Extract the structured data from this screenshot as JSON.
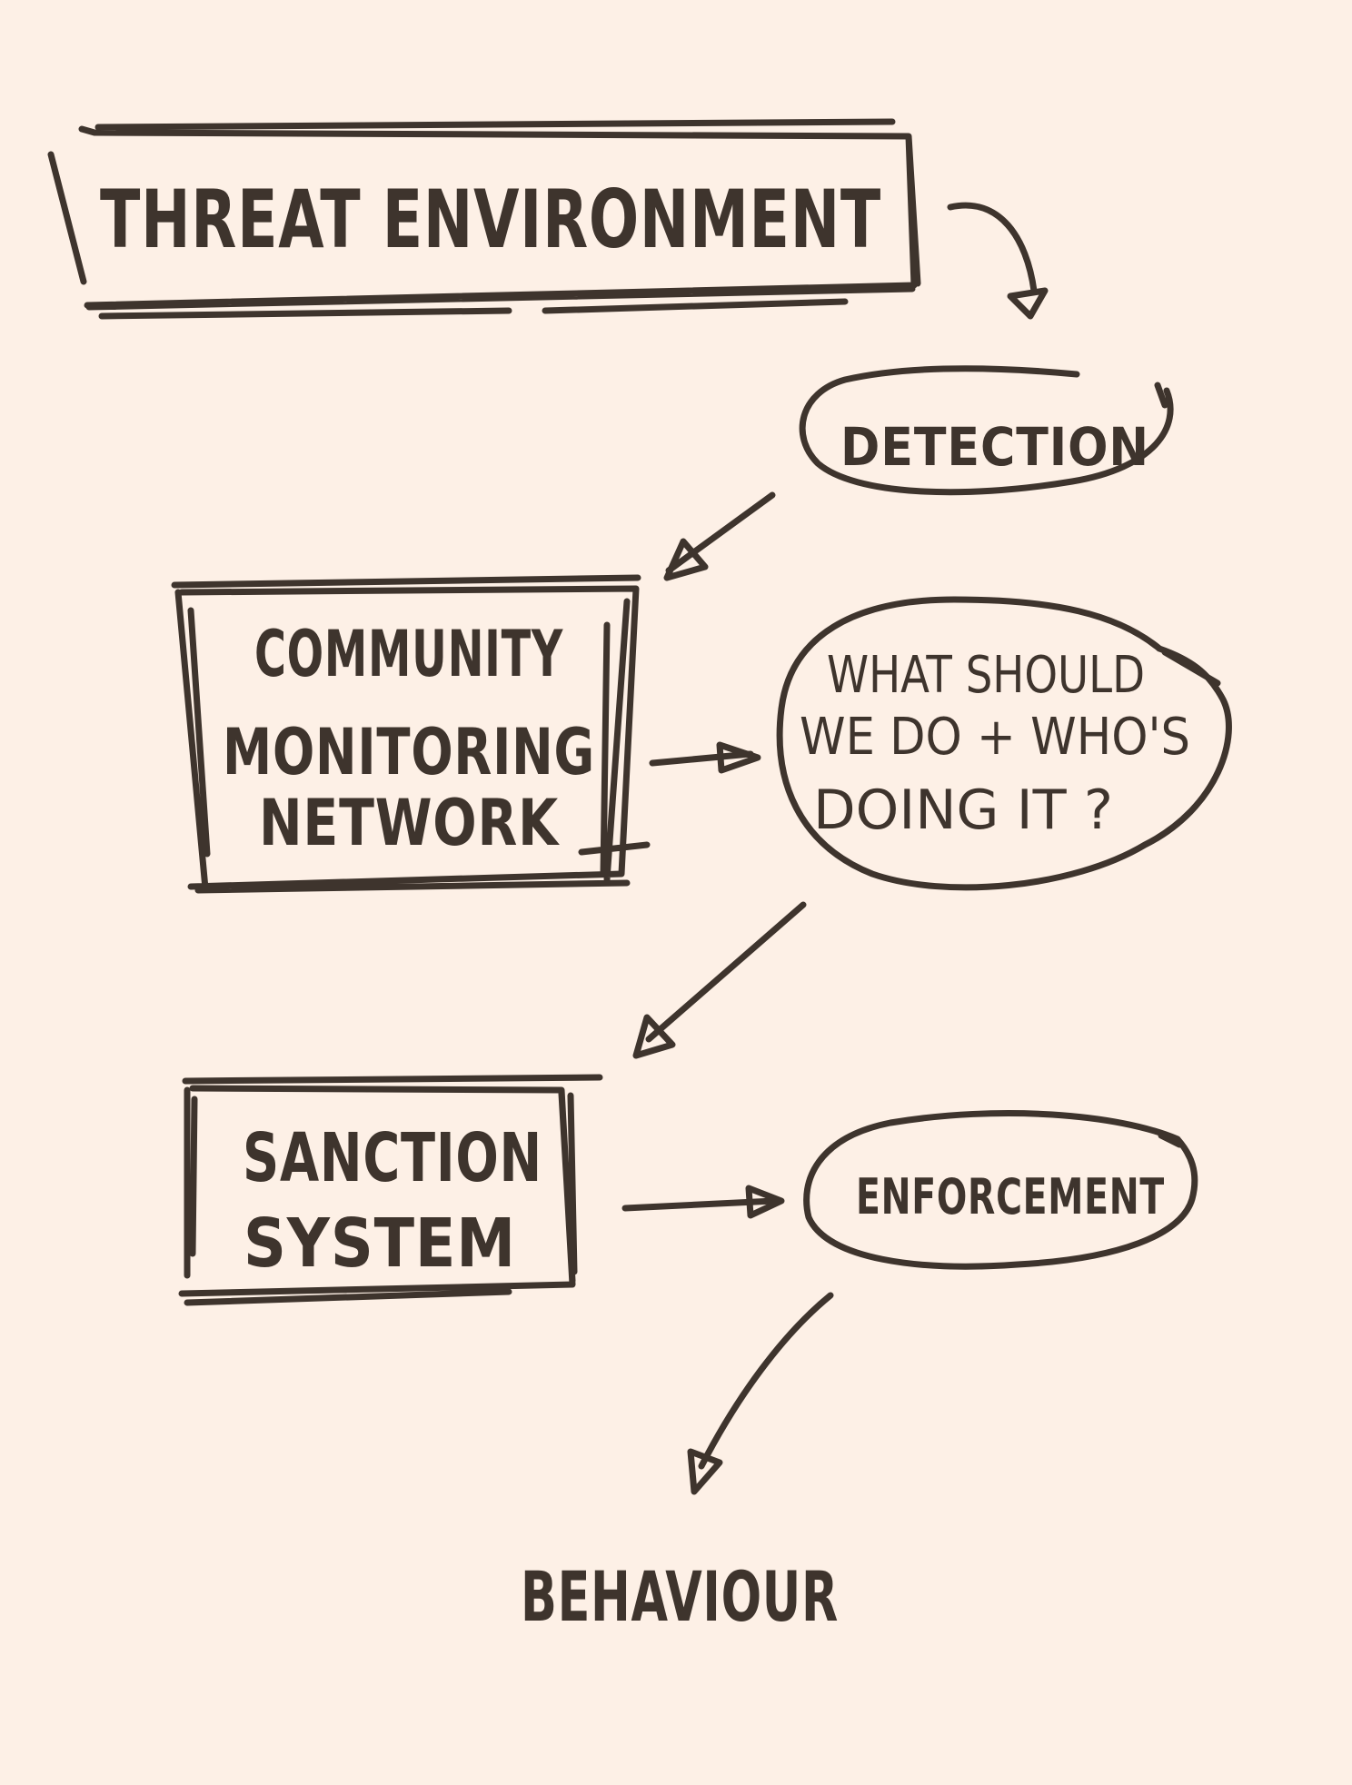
{
  "background_color": "#fdf0e6",
  "ink_color": "#3e342d",
  "nodes": {
    "threat_environment": {
      "shape": "rectangle",
      "lines": [
        "THREAT ENVIRONMENT"
      ]
    },
    "detection": {
      "shape": "oval",
      "lines": [
        "DETECTION"
      ]
    },
    "community_monitoring_network": {
      "shape": "rectangle",
      "lines": [
        "COMMUNITY",
        "MONITORING",
        "NETWORK"
      ]
    },
    "question": {
      "shape": "blob",
      "lines": [
        "WHAT SHOULD",
        "WE DO + WHO'S",
        "DOING IT ?"
      ]
    },
    "sanction_system": {
      "shape": "rectangle",
      "lines": [
        "SANCTION",
        "SYSTEM"
      ]
    },
    "enforcement": {
      "shape": "oval",
      "lines": [
        "ENFORCEMENT"
      ]
    },
    "behaviour": {
      "shape": "none",
      "lines": [
        "BEHAVIOUR"
      ]
    }
  },
  "edges": [
    {
      "from": "threat_environment",
      "to": "detection"
    },
    {
      "from": "detection",
      "to": "community_monitoring_network"
    },
    {
      "from": "community_monitoring_network",
      "to": "question"
    },
    {
      "from": "question",
      "to": "sanction_system"
    },
    {
      "from": "sanction_system",
      "to": "enforcement"
    },
    {
      "from": "enforcement",
      "to": "behaviour"
    }
  ]
}
